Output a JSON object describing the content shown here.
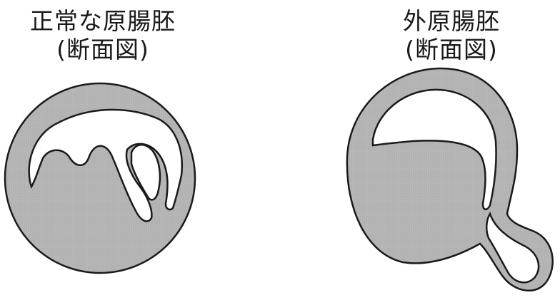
{
  "panels": {
    "normal": {
      "title": "正常な原腸胚",
      "subtitle": "(断面図)"
    },
    "exogastrula": {
      "title": "外原腸胚",
      "subtitle": "(断面図)"
    }
  },
  "colors": {
    "tissue_fill": "#b7b7b7",
    "outline": "#1a1a1a",
    "cavity": "#ffffff",
    "background": "#ffffff"
  }
}
